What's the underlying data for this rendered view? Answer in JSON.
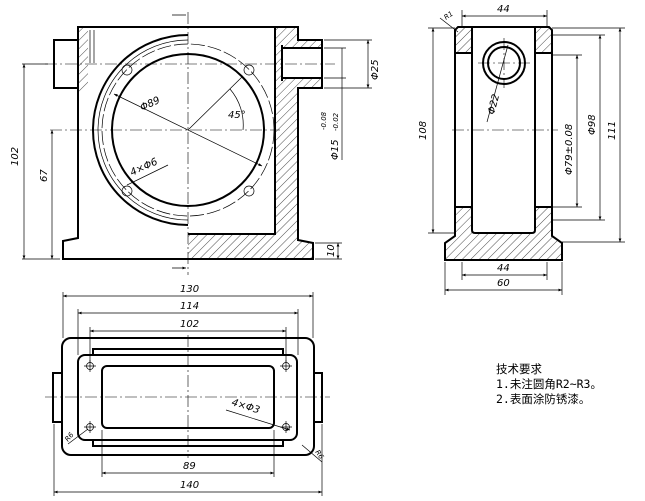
{
  "front_view": {
    "dims": {
      "overall_height": "102",
      "center_height": "67",
      "bore_dia": "Φ89",
      "angle": "45°",
      "holes": "4×Φ6",
      "boss_dia": "Φ25",
      "hole_dia": "Φ15",
      "tol_upper": "-0.08",
      "tol_lower": "-0.02",
      "base_thickness": "10"
    }
  },
  "side_view": {
    "dims": {
      "top_width": "44",
      "radius": "R1",
      "height": "108",
      "hole_dia": "Φ22",
      "bore_dia": "Φ79±0.08",
      "flange_dia": "Φ98",
      "overall_height": "111",
      "base_inner": "44",
      "base_width": "60"
    }
  },
  "top_view": {
    "dims": {
      "w130": "130",
      "w114": "114",
      "w102": "102",
      "w89": "89",
      "w140": "140",
      "holes": "4×Φ3",
      "r_left": "R6",
      "r_right": "R6"
    }
  },
  "notes": {
    "title": "技术要求",
    "items": [
      "1.未注圆角R2~R3。",
      "2.表面涂防锈漆。"
    ]
  }
}
